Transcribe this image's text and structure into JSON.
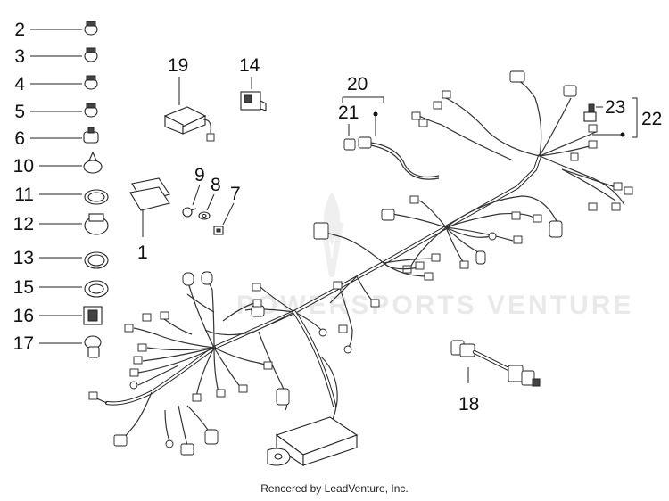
{
  "diagram": {
    "left_column": [
      {
        "callout": "2",
        "part": "hose-clamp"
      },
      {
        "callout": "3",
        "part": "hose-clamp"
      },
      {
        "callout": "4",
        "part": "hose-clamp"
      },
      {
        "callout": "5",
        "part": "hose-clamp"
      },
      {
        "callout": "6",
        "part": "clip"
      },
      {
        "callout": "10",
        "part": "cable-tie-mount"
      },
      {
        "callout": "11",
        "part": "cable-strap"
      },
      {
        "callout": "12",
        "part": "cable-clip"
      },
      {
        "callout": "13",
        "part": "cable-strap"
      },
      {
        "callout": "15",
        "part": "cable-clamp"
      },
      {
        "callout": "16",
        "part": "bracket-clip"
      },
      {
        "callout": "17",
        "part": "clip"
      }
    ],
    "callouts": {
      "c1": "1",
      "c9": "9",
      "c8": "8",
      "c7": "7",
      "c19": "19",
      "c14": "14",
      "c20": "20",
      "c21": "21",
      "c23": "23",
      "c22": "22",
      "c18": "18"
    },
    "watermark": "POWERSPORTS VENTURE"
  },
  "footer": "Rencered by LeadVenture, Inc."
}
